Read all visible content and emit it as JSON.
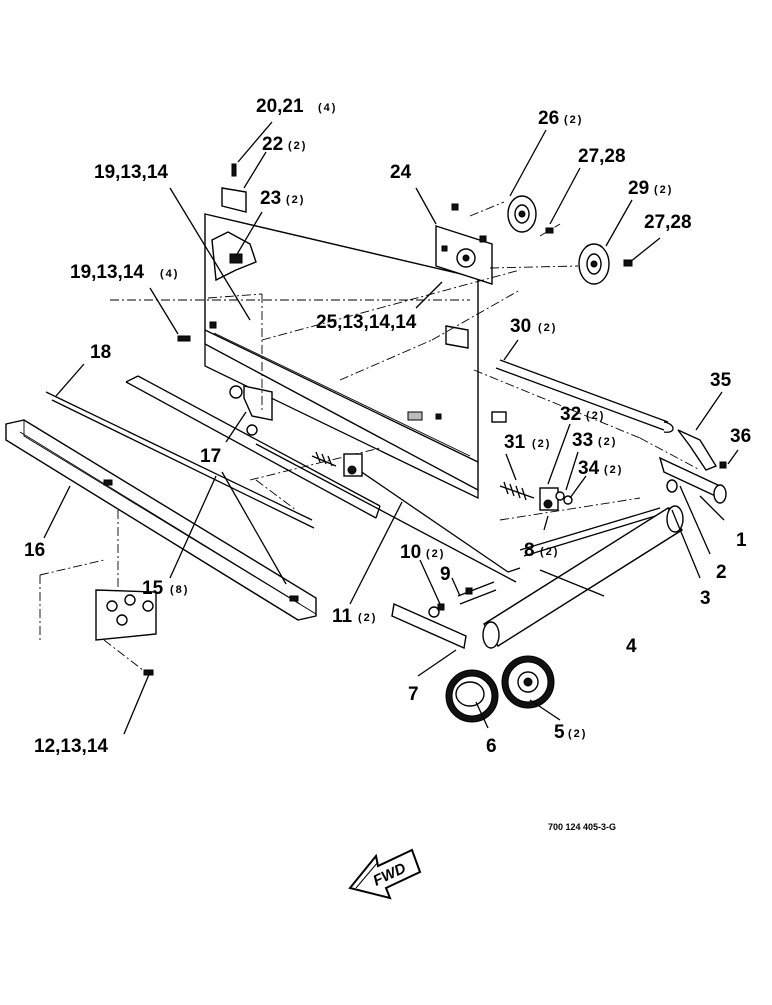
{
  "diagram": {
    "callouts": [
      {
        "id": "c-20-21",
        "text": "20,21",
        "qty": "(4)"
      },
      {
        "id": "c-22",
        "text": "22",
        "qty": "(2)"
      },
      {
        "id": "c-19-13-14",
        "text": "19,13,14",
        "qty": ""
      },
      {
        "id": "c-23",
        "text": "23",
        "qty": "(2)"
      },
      {
        "id": "c-24",
        "text": "24",
        "qty": ""
      },
      {
        "id": "c-26",
        "text": "26",
        "qty": "(2)"
      },
      {
        "id": "c-27-28-a",
        "text": "27,28",
        "qty": ""
      },
      {
        "id": "c-29",
        "text": "29",
        "qty": "(2)"
      },
      {
        "id": "c-27-28-b",
        "text": "27,28",
        "qty": ""
      },
      {
        "id": "c-19-13-14-4",
        "text": "19,13,14",
        "qty": "(4)"
      },
      {
        "id": "c-25",
        "text": "25,13,14,14",
        "qty": ""
      },
      {
        "id": "c-30",
        "text": "30",
        "qty": "(2)"
      },
      {
        "id": "c-18",
        "text": "18",
        "qty": ""
      },
      {
        "id": "c-35",
        "text": "35",
        "qty": ""
      },
      {
        "id": "c-32",
        "text": "32",
        "qty": "(2)"
      },
      {
        "id": "c-36",
        "text": "36",
        "qty": ""
      },
      {
        "id": "c-17",
        "text": "17",
        "qty": ""
      },
      {
        "id": "c-31",
        "text": "31",
        "qty": "(2)"
      },
      {
        "id": "c-33",
        "text": "33",
        "qty": "(2)"
      },
      {
        "id": "c-34",
        "text": "34",
        "qty": "(2)"
      },
      {
        "id": "c-16",
        "text": "16",
        "qty": ""
      },
      {
        "id": "c-1",
        "text": "1",
        "qty": ""
      },
      {
        "id": "c-8",
        "text": "8",
        "qty": "(2)"
      },
      {
        "id": "c-2",
        "text": "2",
        "qty": ""
      },
      {
        "id": "c-15",
        "text": "15",
        "qty": "(8)"
      },
      {
        "id": "c-10",
        "text": "10",
        "qty": "(2)"
      },
      {
        "id": "c-9",
        "text": "9",
        "qty": ""
      },
      {
        "id": "c-3",
        "text": "3",
        "qty": ""
      },
      {
        "id": "c-11",
        "text": "11",
        "qty": "(2)"
      },
      {
        "id": "c-4",
        "text": "4",
        "qty": ""
      },
      {
        "id": "c-7",
        "text": "7",
        "qty": ""
      },
      {
        "id": "c-5",
        "text": "5",
        "qty": "(2)"
      },
      {
        "id": "c-6",
        "text": "6",
        "qty": ""
      },
      {
        "id": "c-12-13-14",
        "text": "12,13,14",
        "qty": ""
      }
    ],
    "doc_number": "700 124 405-3-G",
    "fwd_label": "FWD"
  }
}
